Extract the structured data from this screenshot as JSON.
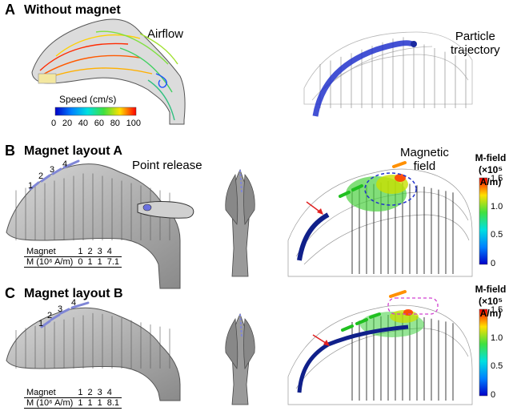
{
  "panel_a": {
    "letter": "A",
    "title": "Without magnet",
    "label_airflow": "Airflow",
    "label_trajectory_line1": "Particle",
    "label_trajectory_line2": "trajectory",
    "speed_legend_title": "Speed (cm/s)",
    "speed_ticks": [
      "0",
      "20",
      "40",
      "60",
      "80",
      "100"
    ]
  },
  "panel_b": {
    "letter": "B",
    "title": "Magnet layout A",
    "point_release_label": "Point release",
    "magnet_numbers": [
      "1",
      "2",
      "3",
      "4"
    ],
    "magnetic_field_line1": "Magnetic",
    "magnetic_field_line2": "field",
    "table": {
      "header": [
        "Magnet",
        "1",
        "2",
        "3",
        "4"
      ],
      "row": [
        "M (10⁶ A/m)",
        "0",
        "1",
        "1",
        "7.1"
      ]
    }
  },
  "panel_c": {
    "letter": "C",
    "title": "Magnet layout B",
    "magnet_numbers": [
      "1",
      "2",
      "3",
      "4"
    ],
    "table": {
      "header": [
        "Magnet",
        "1",
        "2",
        "3",
        "4"
      ],
      "row": [
        "M (10⁶ A/m)",
        "1",
        "1",
        "1",
        "8.1"
      ]
    }
  },
  "mfield_colorbar": {
    "title_line1": "M-field",
    "title_line2": "(×10⁵ A/m)",
    "ticks": [
      "1.5",
      "1.0",
      "0.5",
      "0"
    ]
  },
  "colors": {
    "mesh_gray": "#b5b5b5",
    "trajectory_blue": "#1a2aa0",
    "magnet_dash_blue": "#7f86d6",
    "arrow_red": "#e02020"
  }
}
